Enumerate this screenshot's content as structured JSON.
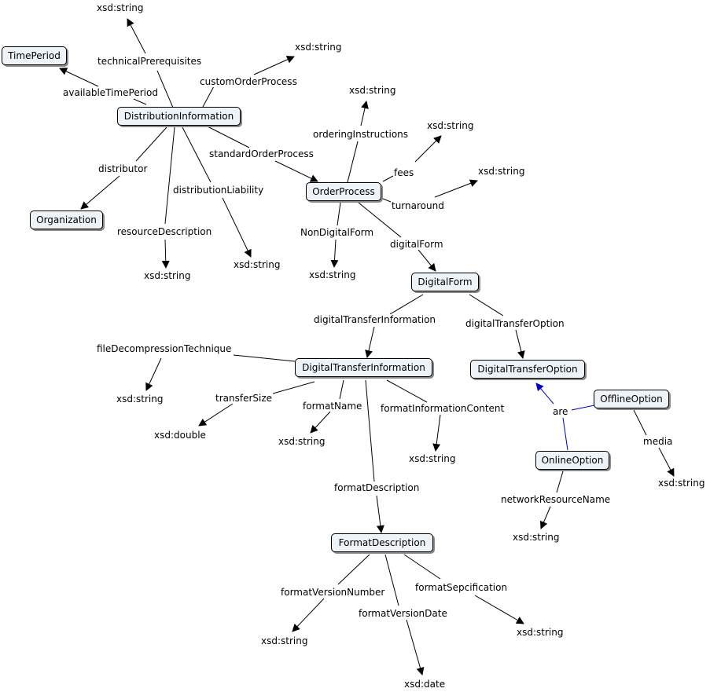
{
  "nodes": {
    "time_period": "TimePeriod",
    "distribution_information": "DistributionInformation",
    "organization": "Organization",
    "order_process": "OrderProcess",
    "digital_form": "DigitalForm",
    "digital_transfer_information": "DigitalTransferInformation",
    "digital_transfer_option": "DigitalTransferOption",
    "offline_option": "OfflineOption",
    "online_option": "OnlineOption",
    "format_description": "FormatDescription"
  },
  "links": {
    "technical_prerequisites": "technicalPrerequisites",
    "available_time_period": "availableTimePeriod",
    "custom_order_process": "customOrderProcess",
    "standard_order_process": "standardOrderProcess",
    "distributor": "distributor",
    "distribution_liability": "distributionLiability",
    "resource_description": "resourceDescription",
    "ordering_instructions": "orderingInstructions",
    "fees": "fees",
    "turnaround": "turnaround",
    "non_digital_form": "NonDigitalForm",
    "digital_form": "digitalForm",
    "digital_transfer_information": "digitalTransferInformation",
    "digital_transfer_option": "digitalTransferOption",
    "file_decompression_technique": "fileDecompressionTechnique",
    "transfer_size": "transferSize",
    "format_name": "formatName",
    "format_information_content": "formatInformationContent",
    "format_description": "formatDescription",
    "are": "are",
    "media": "media",
    "network_resource_name": "networkResourceName",
    "format_version_number": "formatVersionNumber",
    "format_version_date": "formatVersionDate",
    "format_sepcification": "formatSepcification"
  },
  "literals": {
    "technical_prerequisites_type": "xsd:string",
    "custom_order_process_type": "xsd:string",
    "resource_description_type": "xsd:string",
    "distribution_liability_type": "xsd:string",
    "ordering_instructions_type": "xsd:string",
    "fees_type": "xsd:string",
    "turnaround_type": "xsd:string",
    "non_digital_form_type": "xsd:string",
    "file_decompression_technique_type": "xsd:string",
    "transfer_size_type": "xsd:double",
    "format_name_type": "xsd:string",
    "format_information_content_type": "xsd:string",
    "media_type": "xsd:string",
    "network_resource_name_type": "xsd:string",
    "format_version_number_type": "xsd:string",
    "format_version_date_type": "xsd:date",
    "format_sepcification_type": "xsd:string"
  },
  "colors": {
    "node_fill": "#eef3f7",
    "line": "#000000",
    "subclass_line": "#0000cc"
  }
}
